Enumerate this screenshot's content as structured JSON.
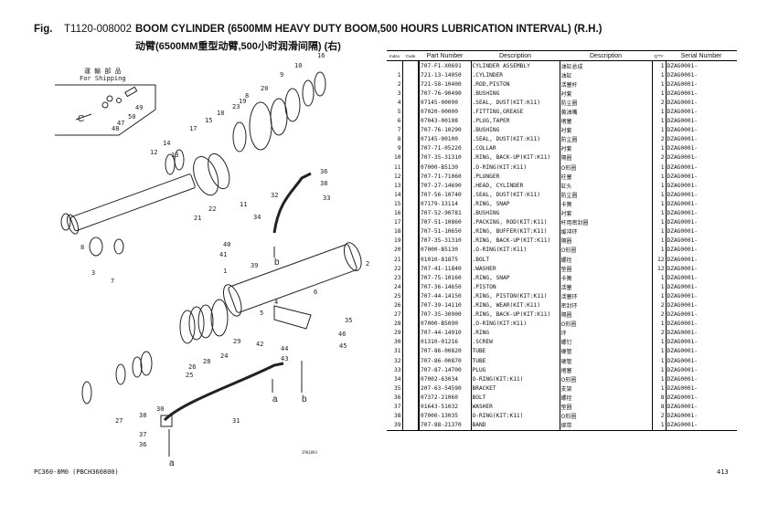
{
  "header": {
    "fig_label": "Fig.",
    "fig_code": "T1120-008002",
    "title": "BOOM CYLINDER (6500MM HEAVY DUTY BOOM,500 HOURS LUBRICATION INTERVAL) (R.H.)",
    "title_cn": "动臂(6500MM重型动臂,500小时润滑间隔) (右)"
  },
  "diagram": {
    "shipping_label_jp": "運 輸 部 品",
    "shipping_label_en": "For Shipping",
    "drawing_id": "JP01093",
    "callouts": [
      "16",
      "10",
      "9",
      "20",
      "8",
      "19",
      "23",
      "18",
      "15",
      "17",
      "14",
      "12",
      "13",
      "22",
      "21",
      "11",
      "36",
      "38",
      "32",
      "33",
      "34",
      "40",
      "41",
      "1",
      "39",
      "2",
      "6",
      "3",
      "8",
      "7",
      "35",
      "46",
      "45",
      "42",
      "44",
      "43",
      "29",
      "24",
      "28",
      "25",
      "26",
      "27",
      "37",
      "38",
      "31",
      "36",
      "30",
      "4",
      "5",
      "49",
      "50",
      "47",
      "48",
      "C",
      "b",
      "b",
      "a",
      "a"
    ]
  },
  "table": {
    "headers": [
      "Index",
      "Code",
      "Part Number",
      "Description",
      "Description",
      "Q'TY",
      "Serial Number"
    ],
    "rows": [
      [
        "",
        "",
        "707-F1-X0691",
        "CYLINDER ASSEMBLY",
        "油缸总成",
        "1",
        "DZAG0001-"
      ],
      [
        "1",
        "",
        "721-13-14050",
        ".CYLINDER",
        "油缸",
        "1",
        "DZAG0001-"
      ],
      [
        "2",
        "",
        "721-58-10400",
        ".ROD,PISTON",
        "活塞杆",
        "1",
        "DZAG0001-"
      ],
      [
        "3",
        "",
        "707-76-90490",
        ".BUSHING",
        "衬套",
        "1",
        "DZAG0001-"
      ],
      [
        "4",
        "",
        "07145-00090",
        ".SEAL, DUST(KIT:K11)",
        "防尘圈",
        "2",
        "DZAG0001-"
      ],
      [
        "5",
        "",
        "07020-00000",
        ".FITTING,GREASE",
        "黄油嘴",
        "1",
        "DZAG0001-"
      ],
      [
        "6",
        "",
        "07043-00108",
        ".PLUG,TAPER",
        "堵塞",
        "1",
        "DZAG0001-"
      ],
      [
        "7",
        "",
        "707-76-10290",
        ".BUSHING",
        "衬套",
        "1",
        "DZAG0001-"
      ],
      [
        "8",
        "",
        "07145-00100",
        ".SEAL, DUST(KIT:K11)",
        "防尘圈",
        "2",
        "DZAG0001-"
      ],
      [
        "9",
        "",
        "707-71-05220",
        ".COLLAR",
        "衬套",
        "1",
        "DZAG0001-"
      ],
      [
        "10",
        "",
        "707-35-31310",
        ".RING, BACK-UP(KIT:K11)",
        "隔圈",
        "2",
        "DZAG0001-"
      ],
      [
        "11",
        "",
        "07000-B5130",
        ".O-RING(KIT:K11)",
        "O形圈",
        "1",
        "DZAG0001-"
      ],
      [
        "12",
        "",
        "707-71-71060",
        ".PLUNGER",
        "柱塞",
        "1",
        "DZAG0001-"
      ],
      [
        "13",
        "",
        "707-27-14690",
        ".HEAD, CYLINDER",
        "缸头",
        "1",
        "DZAG0001-"
      ],
      [
        "14",
        "",
        "707-56-10740",
        ".SEAL, DUST(KIT:K11)",
        "防尘圈",
        "1",
        "DZAG0001-"
      ],
      [
        "15",
        "",
        "07179-13114",
        ".RING, SNAP",
        "卡簧",
        "1",
        "DZAG0001-"
      ],
      [
        "16",
        "",
        "707-52-90781",
        ".BUSHING",
        "衬套",
        "1",
        "DZAG0001-"
      ],
      [
        "17",
        "",
        "707-51-10860",
        ".PACKING, ROD(KIT:K11)",
        "杆用密封圈",
        "1",
        "DZAG0001-"
      ],
      [
        "18",
        "",
        "707-51-10650",
        ".RING, BUFFER(KIT:K11)",
        "缓冲环",
        "1",
        "DZAG0001-"
      ],
      [
        "19",
        "",
        "707-35-31310",
        ".RING, BACK-UP(KIT:K11)",
        "隔圈",
        "1",
        "DZAG0001-"
      ],
      [
        "20",
        "",
        "07000-B5130",
        ".O-RING(KIT:K11)",
        "O形圈",
        "1",
        "DZAG0001-"
      ],
      [
        "21",
        "",
        "01010-81875",
        ".BOLT",
        "螺栓",
        "12",
        "DZAG0001-"
      ],
      [
        "22",
        "",
        "707-41-11840",
        ".WASHER",
        "垫圈",
        "12",
        "DZAG0001-"
      ],
      [
        "23",
        "",
        "707-75-10160",
        ".RING, SNAP",
        "卡簧",
        "1",
        "DZAG0001-"
      ],
      [
        "24",
        "",
        "707-36-14650",
        ".PISTON",
        "活塞",
        "1",
        "DZAG0001-"
      ],
      [
        "25",
        "",
        "707-44-14150",
        ".RING, PISTON(KIT:K11)",
        "活塞环",
        "1",
        "DZAG0001-"
      ],
      [
        "26",
        "",
        "707-39-14110",
        ".RING, WEAR(KIT:K11)",
        "密封环",
        "2",
        "DZAG0001-"
      ],
      [
        "27",
        "",
        "707-35-30900",
        ".RING, BACK-UP(KIT:K11)",
        "隔圈",
        "2",
        "DZAG0001-"
      ],
      [
        "28",
        "",
        "07000-B5090",
        ".O-RING(KIT:K11)",
        "O形圈",
        "1",
        "DZAG0001-"
      ],
      [
        "29",
        "",
        "707-44-14910",
        ".RING",
        "环",
        "2",
        "DZAG0001-"
      ],
      [
        "30",
        "",
        "01310-01216",
        ".SCREW",
        "螺钉",
        "1",
        "DZAG0001-"
      ],
      [
        "31",
        "",
        "707-86-00820",
        "TUBE",
        "硬管",
        "1",
        "DZAG0001-"
      ],
      [
        "32",
        "",
        "707-86-00870",
        "TUBE",
        "硬管",
        "1",
        "DZAG0001-"
      ],
      [
        "33",
        "",
        "707-87-14700",
        "PLUG",
        "堵塞",
        "1",
        "DZAG0001-"
      ],
      [
        "34",
        "",
        "07002-63034",
        "O-RING(KIT:K11)",
        "O形圈",
        "1",
        "DZAG0001-"
      ],
      [
        "35",
        "",
        "207-63-54590",
        "BRACKET",
        "支架",
        "1",
        "DZAG0001-"
      ],
      [
        "36",
        "",
        "07372-21060",
        "BOLT",
        "螺栓",
        "8",
        "DZAG0001-"
      ],
      [
        "37",
        "",
        "01643-51032",
        "WASHER",
        "垫圈",
        "8",
        "DZAG0001-"
      ],
      [
        "38",
        "",
        "07000-13035",
        "O-RING(KIT:K11)",
        "O形圈",
        "2",
        "DZAG0001-"
      ],
      [
        "39",
        "",
        "707-88-21370",
        "BAND",
        "绑带",
        "1",
        "DZAG0001-"
      ]
    ]
  },
  "footer": {
    "model": "PC360-8M0 (PBCH360800)",
    "page_number": "413"
  }
}
